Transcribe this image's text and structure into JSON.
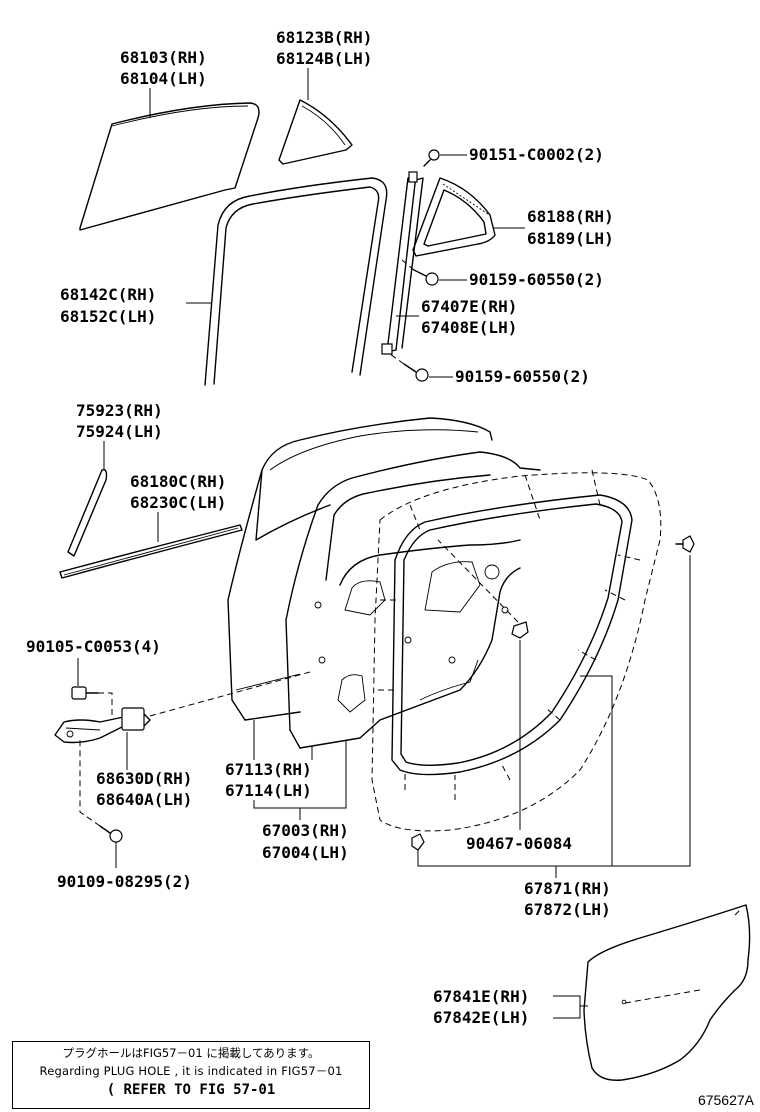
{
  "labels": {
    "glass": [
      "68103(RH)",
      "68104(LH)"
    ],
    "quarter_glass": [
      "68123B(RH)",
      "68124B(LH)"
    ],
    "screw_top": "90151-C0002(2)",
    "quarter_frame": [
      "68188(RH)",
      "68189(LH)"
    ],
    "bolt_mid": "90159-60550(2)",
    "run_channel": [
      "68142C(RH)",
      "68152C(LH)"
    ],
    "division_bar": [
      "67407E(RH)",
      "67408E(LH)"
    ],
    "bolt_low": "90159-60550(2)",
    "sash_tape": [
      "75923(RH)",
      "75924(LH)"
    ],
    "belt_moulding": [
      "68180C(RH)",
      "68230C(LH)"
    ],
    "hinge_bolt": "90105-C0053(4)",
    "check": [
      "68630D(RH)",
      "68640A(LH)"
    ],
    "panel": [
      "67113(RH)",
      "67114(LH)"
    ],
    "door_assy": [
      "67003(RH)",
      "67004(LH)"
    ],
    "clip": "90467-06084",
    "check_bolt": "90109-08295(2)",
    "weatherstrip": [
      "67871(RH)",
      "67872(LH)"
    ],
    "service_hole_cover": [
      "67841E(RH)",
      "67842E(LH)"
    ]
  },
  "note": {
    "line1": "プラグホールはFIG57－01 に掲載してあります。",
    "line2": "Regarding PLUG HOLE , it is indicated in FIG57－01",
    "line3": "( REFER TO FIG 57-01"
  },
  "figure_number": "675627A"
}
